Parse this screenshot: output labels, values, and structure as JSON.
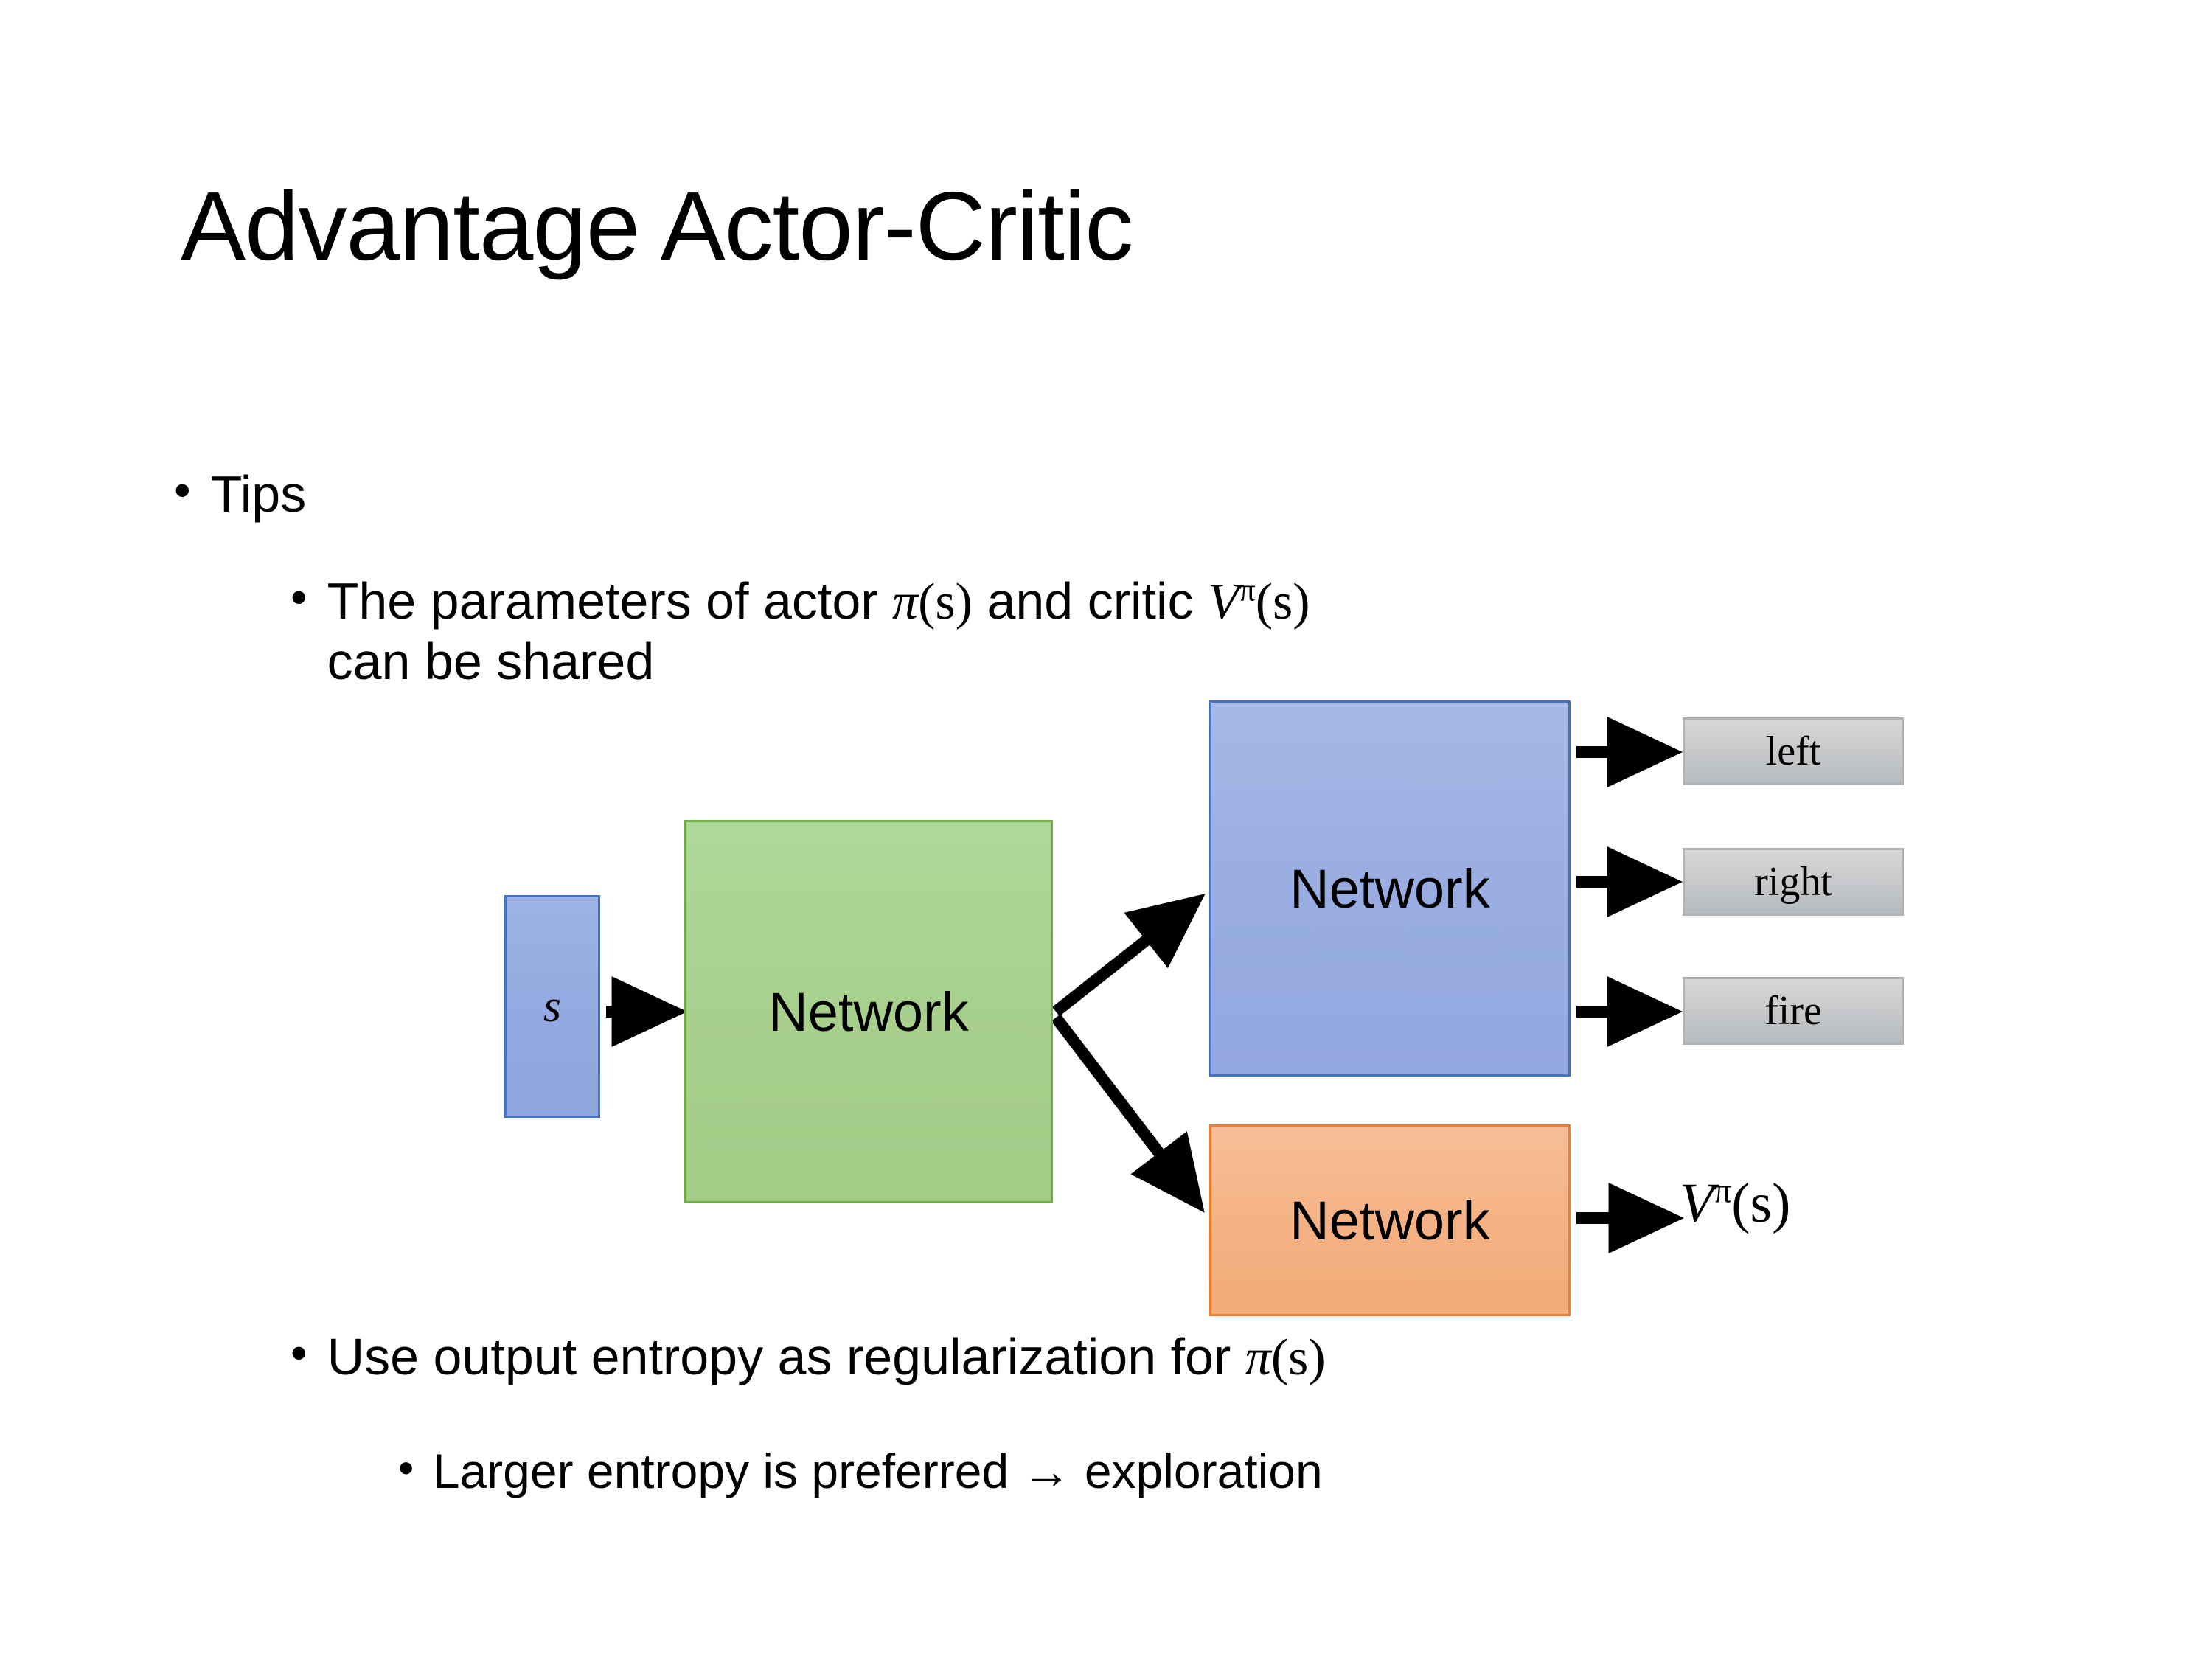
{
  "slide": {
    "title": "Advantage Actor-Critic",
    "bullets": {
      "tips": "Tips",
      "params_prefix": "The parameters of actor ",
      "params_actor_math": "π",
      "params_actor_args": "(s)",
      "params_middle": "  and critic ",
      "params_critic_math": "V",
      "params_critic_sup": "π",
      "params_critic_args": "(s)",
      "params_line2": "can be shared",
      "entropy_prefix": "Use output entropy as regularization for ",
      "entropy_math": "π",
      "entropy_args": "(s)",
      "larger": "Larger entropy is preferred → exploration"
    }
  },
  "diagram": {
    "state_label": "s",
    "shared_network_label": "Network",
    "actor_network_label": "Network",
    "critic_network_label": "Network",
    "actions": [
      {
        "label": "left"
      },
      {
        "label": "right"
      },
      {
        "label": "fire"
      }
    ],
    "value_output": {
      "symbol": "V",
      "superscript": "π",
      "args": "(s)"
    },
    "colors": {
      "state_fill": "#95ABE0",
      "state_border": "#4472C4",
      "shared_fill": "#A8D08D",
      "shared_border": "#70AD47",
      "actor_fill": "#98ACE1",
      "actor_border": "#4472C4",
      "critic_fill": "#F4B183",
      "critic_border": "#ED7D31",
      "action_fill": "#C8CACC",
      "action_border": "#AFB2B5",
      "arrow": "#000000",
      "background": "#FFFFFF",
      "text": "#000000"
    }
  }
}
